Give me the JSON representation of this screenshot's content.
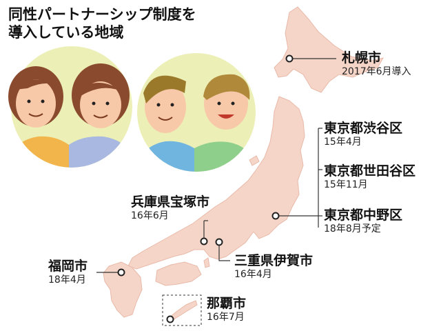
{
  "title": {
    "line1": "同性パートナーシップ制度を",
    "line2": "導入している地域"
  },
  "colors": {
    "land": "#f6d5c9",
    "marker": "#222222",
    "circle_bg": "#ecefb6"
  },
  "icons": [
    "couple-women-icon",
    "couple-men-icon"
  ],
  "places": [
    {
      "name": "札幌市",
      "date": "2017年6月導入"
    },
    {
      "name": "東京都渋谷区",
      "date": "15年4月"
    },
    {
      "name": "東京都世田谷区",
      "date": "15年11月"
    },
    {
      "name": "東京都中野区",
      "date": "18年8月予定"
    },
    {
      "name": "兵庫県宝塚市",
      "date": "16年6月"
    },
    {
      "name": "三重県伊賀市",
      "date": "16年4月"
    },
    {
      "name": "福岡市",
      "date": "18年4月"
    },
    {
      "name": "那覇市",
      "date": "16年7月"
    }
  ]
}
